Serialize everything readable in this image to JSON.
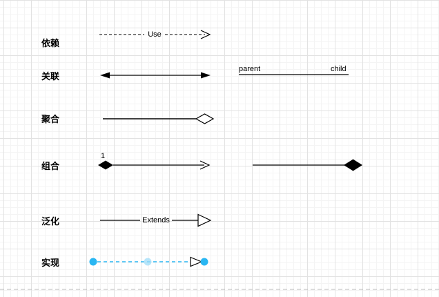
{
  "diagram": {
    "type": "uml-relationship-legend",
    "rows": [
      {
        "name": "依赖",
        "relation": "dependency",
        "label": "Use"
      },
      {
        "name": "关联",
        "relation": "association"
      },
      {
        "name": "聚合",
        "relation": "aggregation"
      },
      {
        "name": "组合",
        "relation": "composition",
        "multiplicity": "1"
      },
      {
        "name": "泛化",
        "relation": "generalization",
        "label": "Extends"
      },
      {
        "name": "实现",
        "relation": "realization",
        "state": "selected"
      }
    ],
    "association_example": {
      "source": "parent",
      "target": "child"
    }
  },
  "colors": {
    "edge_stroke": "#000000",
    "selection_accent": "#29b6f2",
    "selection_midpoint": "#9fdcf8",
    "grid_minor": "#f4f4f4",
    "grid_major": "#e2e2e2",
    "page_border": "#b9b9b9",
    "canvas_background": "#ffffff"
  }
}
